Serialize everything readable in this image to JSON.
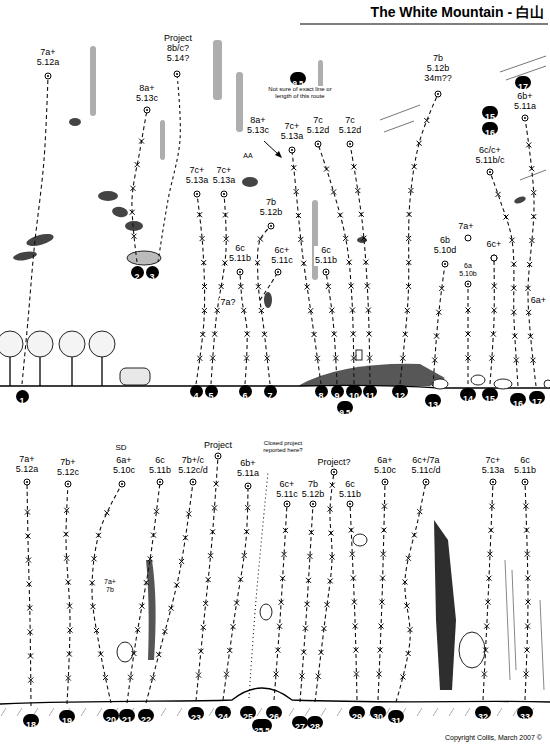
{
  "diagram": {
    "title": "The White Mountain - 白山",
    "caption": "Copyright Collis, March 2007 ©",
    "nodes": [
      {
        "text": [
          "9.5"
        ]
      },
      {
        "text": [
          "17"
        ]
      },
      {
        "text": [
          "15"
        ]
      },
      {
        "text": [
          "16"
        ]
      },
      {
        "text": [
          "2"
        ]
      },
      {
        "text": [
          "3"
        ]
      },
      {
        "text": [
          "1"
        ]
      },
      {
        "text": [
          "4"
        ]
      },
      {
        "text": [
          "5"
        ]
      },
      {
        "text": [
          "6"
        ]
      },
      {
        "text": [
          "7"
        ]
      },
      {
        "text": [
          "8"
        ]
      },
      {
        "text": [
          "9"
        ]
      },
      {
        "text": [
          "10"
        ]
      },
      {
        "text": [
          "11"
        ]
      },
      {
        "text": [
          "9.5"
        ]
      },
      {
        "text": [
          "12"
        ]
      },
      {
        "text": [
          "13"
        ]
      },
      {
        "text": [
          "14"
        ]
      },
      {
        "text": [
          "15"
        ]
      },
      {
        "text": [
          "16"
        ]
      },
      {
        "text": [
          "17"
        ]
      },
      {
        "text": [
          "18"
        ]
      },
      {
        "text": [
          "19"
        ]
      },
      {
        "text": [
          "20"
        ]
      },
      {
        "text": [
          "21"
        ]
      },
      {
        "text": [
          "22"
        ]
      },
      {
        "text": [
          "23"
        ]
      },
      {
        "text": [
          "24"
        ]
      },
      {
        "text": [
          "25"
        ]
      },
      {
        "text": [
          "25.5"
        ]
      },
      {
        "text": [
          "26"
        ]
      },
      {
        "text": [
          "27"
        ]
      },
      {
        "text": [
          "28"
        ]
      },
      {
        "text": [
          "29"
        ]
      },
      {
        "text": [
          "30"
        ]
      },
      {
        "text": [
          "31"
        ]
      },
      {
        "text": [
          "32"
        ]
      },
      {
        "text": [
          "33"
        ]
      }
    ],
    "labels": [
      "7a+ 5.12a",
      "Project 8b/c? 5.14?",
      "8a+ 5.13c",
      "Not sure of exact line or length of this route",
      "8a+ 5.13c",
      "7c+ 5.13a",
      "7c 5.12d",
      "7c 5.12d",
      "7b 5.12b 34m??",
      "6b+ 5.11a",
      "6c/c+ 5.11b/c",
      "7c+ 5.13a",
      "7c+ 5.13a",
      "AA",
      "7b 5.12b",
      "6c 5.11b",
      "6c+ 5.11c",
      "6c 5.11b",
      "7a+",
      "6c+",
      "6b 5.10d",
      "6a 5.10b",
      "7a?",
      "6a+",
      "7a+ 5.12a",
      "7b+ 5.12c",
      "SD",
      "6a+ 5.10c",
      "6c 5.11b",
      "7b+/c 5.12c/d",
      "Project",
      "6b+ 5.11a",
      "Closed project reported here?",
      "Project?",
      "6c+ 5.11c",
      "7b 5.12b",
      "6c 5.11b",
      "6a+ 5.10c",
      "6c+/7a 5.11c/d",
      "7c+ 5.13a",
      "6c 5.11b",
      "7a+ 7b"
    ]
  }
}
